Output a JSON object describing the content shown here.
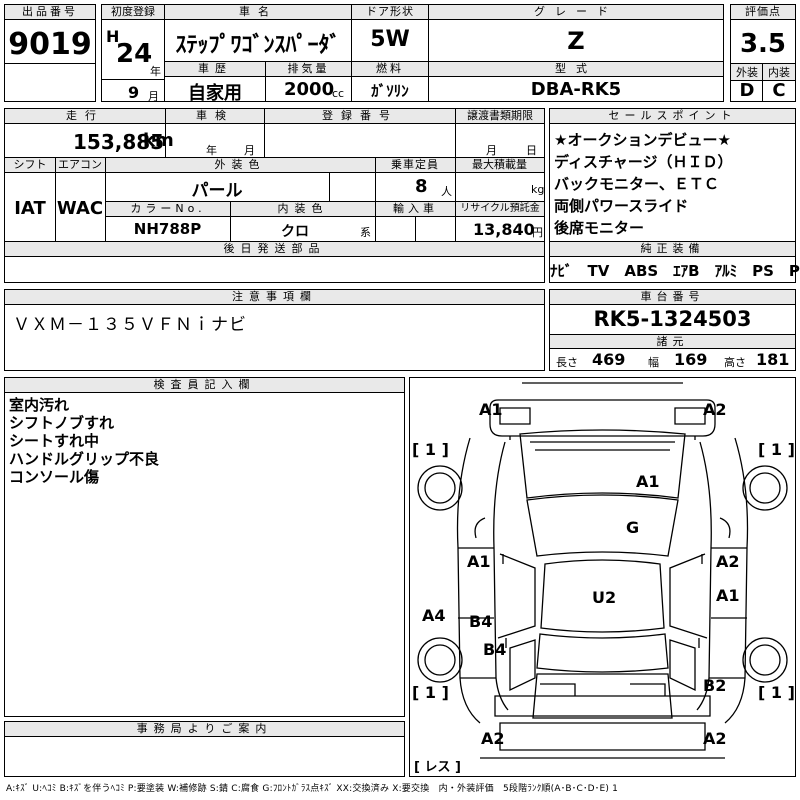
{
  "labels": {
    "lot_no": "出品番号",
    "first_reg": "初度登録",
    "car_name": "車名",
    "door": "ドア形状",
    "grade": "グレード",
    "score": "評価点",
    "history": "車歴",
    "displacement": "排気量",
    "fuel": "燃料",
    "model_code": "型式",
    "exterior": "外装",
    "interior": "内装",
    "mileage": "走行",
    "inspection": "車検",
    "reg_no": "登録番号",
    "transfer_docs": "譲渡書類期限",
    "sales_points": "セールスポイント",
    "shift": "シフト",
    "aircon": "エアコン",
    "ext_color": "外装色",
    "capacity": "乗車定員",
    "max_load": "最大積載量",
    "color_no": "カラーNo.",
    "int_color": "内装色",
    "import": "輸入車",
    "recycle": "リサイクル預託金",
    "genuine": "純正装備",
    "later_parts": "後日発送部品",
    "cautions": "注意事項欄",
    "chassis_no": "車台番号",
    "dimensions": "諸元",
    "inspector": "検査員記入欄",
    "office": "事務局よりご案内"
  },
  "vehicle": {
    "lot_no": "9019",
    "era": "H",
    "year": "24",
    "year_unit": "年",
    "month": "9",
    "month_unit": "月",
    "name": "ｽﾃｯﾌﾟﾜｺﾞﾝｽﾊﾟｰﾀﾞ",
    "door": "5W",
    "grade": "Z",
    "score": "3.5",
    "history": "自家用",
    "displacement": "2000",
    "displacement_unit": "cc",
    "fuel": "ｶﾞｿﾘﾝ",
    "model_code": "DBA-RK5",
    "exterior_grade": "D",
    "interior_grade": "C",
    "mileage": "153,885",
    "mileage_unit": "km",
    "inspection_year_unit": "年",
    "inspection_month_unit": "月",
    "transfer_month_unit": "月",
    "transfer_day_unit": "日",
    "shift": "IAT",
    "aircon": "WAC",
    "ext_color": "パール",
    "capacity": "8",
    "capacity_unit": "人",
    "max_load_unit": "kg",
    "color_no": "NH788P",
    "int_color": "クロ",
    "int_color_unit": "系",
    "recycle": "13,840",
    "recycle_unit": "円",
    "chassis_no": "RK5-1324503",
    "length_label": "長さ",
    "length": "469",
    "width_label": "幅",
    "width": "169",
    "height_label": "高さ",
    "height": "181"
  },
  "sales_points": [
    "★オークションデビュー★",
    "ディスチャージ（ＨＩＤ）",
    "バックモニター、ＥＴＣ",
    "両側パワースライド",
    "後席モニター"
  ],
  "genuine_equipment": "ﾅﾋﾞ　TV　ABS　ｴｱB　ｱﾙﾐ　PS　PW",
  "cautions_text": "ＶＸＭ－１３５ＶＦＮｉナビ",
  "inspector_notes": [
    "室内汚れ",
    "シフトノブすれ",
    "シートすれ中",
    "ハンドルグリップ不良",
    "コンソール傷"
  ],
  "damage": {
    "a1_front_left": "A1",
    "a2_front_right": "A2",
    "wheel_fl": "[ 1 ]",
    "wheel_fr": "[ 1 ]",
    "a1_hood": "A1",
    "g_windshield": "G",
    "a1_left_front_door": "A1",
    "a2_right_front_door": "A2",
    "a1_right_rear_door": "A1",
    "u2_roof": "U2",
    "a4_left_side": "A4",
    "b4_left_rear_door": "B4",
    "b4_left_quarter": "B4",
    "b2_right_quarter": "B2",
    "wheel_rl": "[ 1 ]",
    "wheel_rr": "[ 1 ]",
    "a2_rear_left": "A2",
    "a2_rear_right": "A2",
    "les": "[ レス ]"
  },
  "legend": "A:ｷｽﾞ U:ﾍｺﾐ B:ｷｽﾞを伴うﾍｺﾐ P:要塗装 W:補修跡 S:錆 C:腐食 G:ﾌﾛﾝﾄｶﾞﾗｽ点ｷｽﾞ XX:交換済み X:要交換　内・外装評価　5段階ﾗﾝｸ順(A･B･C･D･E) 1"
}
